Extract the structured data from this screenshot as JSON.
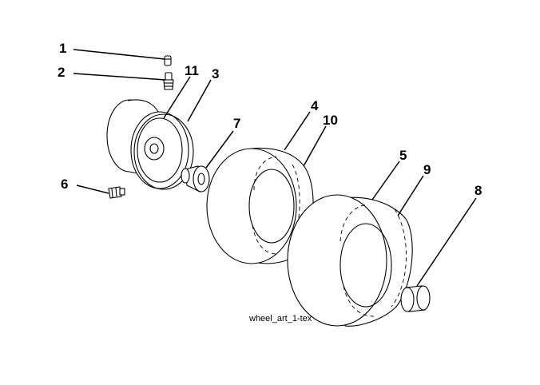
{
  "diagram": {
    "callouts": [
      "1",
      "2",
      "11",
      "3",
      "7",
      "4",
      "10",
      "6",
      "5",
      "9",
      "8"
    ],
    "caption": "wheel_art_1-tex"
  },
  "colors": {
    "line": "#000000",
    "background": "#ffffff"
  }
}
